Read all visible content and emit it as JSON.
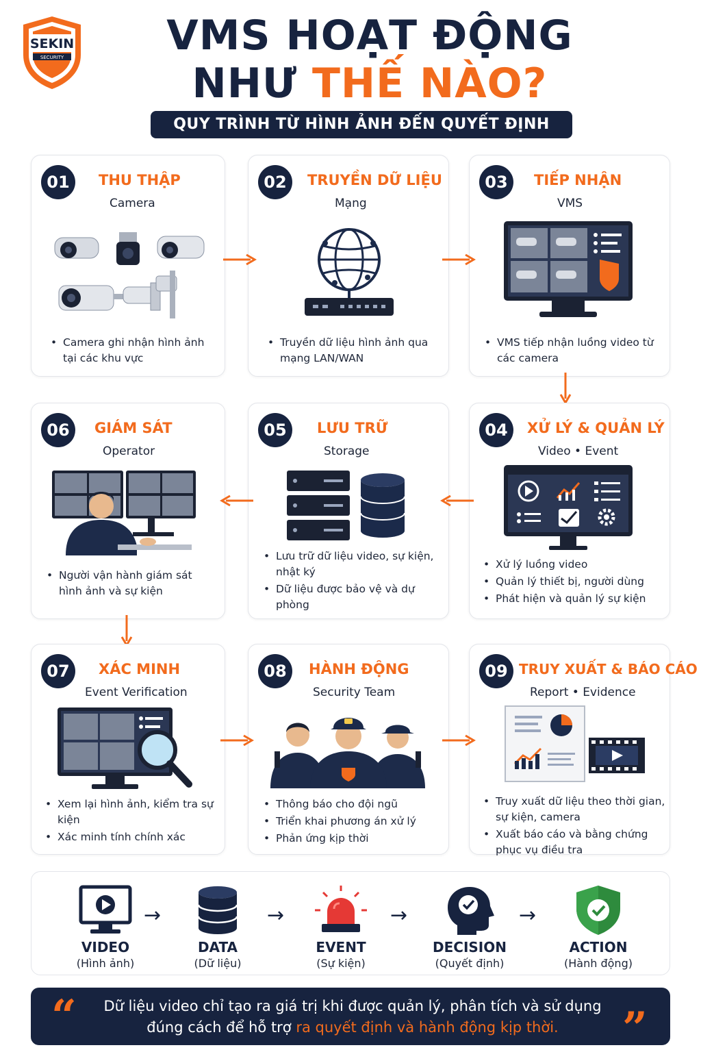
{
  "brand": {
    "name": "SEKIN",
    "tagline": "SECURITY"
  },
  "header": {
    "title_line1": "VMS HOẠT ĐỘNG",
    "title_line2_a": "NHƯ ",
    "title_line2_b": "THẾ NÀO?",
    "subtitle": "QUY TRÌNH TỪ HÌNH ẢNH ĐẾN QUYẾT ĐỊNH"
  },
  "steps": [
    {
      "num": "01",
      "title": "THU THẬP",
      "subtitle": "Camera",
      "bullets": [
        "Camera ghi nhận hình ảnh tại các khu vực"
      ]
    },
    {
      "num": "02",
      "title": "TRUYỀN DỮ LIỆU",
      "subtitle": "Mạng",
      "bullets": [
        "Truyền dữ liệu hình ảnh qua mạng LAN/WAN"
      ]
    },
    {
      "num": "03",
      "title": "TIẾP NHẬN",
      "subtitle": "VMS",
      "bullets": [
        "VMS tiếp nhận luồng video từ các camera"
      ]
    },
    {
      "num": "04",
      "title": "XỬ LÝ & QUẢN LÝ",
      "subtitle": "Video • Event",
      "bullets": [
        "Xử lý luồng video",
        "Quản lý thiết bị, người dùng",
        "Phát hiện và quản lý sự kiện"
      ]
    },
    {
      "num": "05",
      "title": "LƯU TRỮ",
      "subtitle": "Storage",
      "bullets": [
        "Lưu trữ dữ liệu video, sự kiện, nhật ký",
        "Dữ liệu được bảo vệ và dự phòng"
      ]
    },
    {
      "num": "06",
      "title": "GIÁM SÁT",
      "subtitle": "Operator",
      "bullets": [
        "Người vận hành giám sát hình ảnh và sự kiện"
      ]
    },
    {
      "num": "07",
      "title": "XÁC MINH",
      "subtitle": "Event Verification",
      "bullets": [
        "Xem lại hình ảnh, kiểm tra sự kiện",
        "Xác minh tính chính xác"
      ]
    },
    {
      "num": "08",
      "title": "HÀNH ĐỘNG",
      "subtitle": "Security Team",
      "bullets": [
        "Thông báo cho đội ngũ",
        "Triển khai phương án xử lý",
        "Phản ứng kịp thời"
      ]
    },
    {
      "num": "09",
      "title": "TRUY XUẤT & BÁO CÁO",
      "subtitle": "Report • Evidence",
      "bullets": [
        "Truy xuất dữ liệu theo thời gian, sự kiện, camera",
        "Xuất báo cáo và bằng chứng phục vụ điều tra"
      ]
    }
  ],
  "flow": [
    {
      "label": "VIDEO",
      "sub": "(Hình ảnh)"
    },
    {
      "label": "DATA",
      "sub": "(Dữ liệu)"
    },
    {
      "label": "EVENT",
      "sub": "(Sự kiện)"
    },
    {
      "label": "DECISION",
      "sub": "(Quyết định)"
    },
    {
      "label": "ACTION",
      "sub": "(Hành động)"
    }
  ],
  "quote": {
    "line1": "Dữ liệu video chỉ tạo ra giá trị khi được quản lý, phân tích và sử dụng",
    "line2_a": "đúng cách để hỗ trợ ",
    "line2_b": "ra quyết định và hành động kịp thời."
  },
  "colors": {
    "navy": "#17233f",
    "orange": "#f26b1d"
  }
}
